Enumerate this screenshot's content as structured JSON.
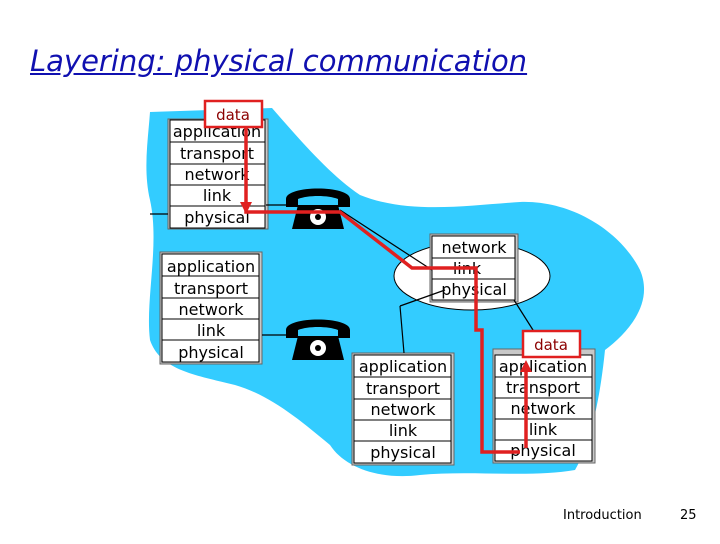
{
  "title": "Layering: physical communication",
  "footer": {
    "label": "Introduction",
    "page": "25"
  },
  "data_label": "data",
  "stacks": {
    "top_left": [
      "application",
      "transport",
      "network",
      "link",
      "physical"
    ],
    "bottom_left": [
      "application",
      "transport",
      "network",
      "link",
      "physical"
    ],
    "router": [
      "network",
      "link",
      "physical"
    ],
    "bottom_middle": [
      "application",
      "transport",
      "network",
      "link",
      "physical"
    ],
    "bottom_right": [
      "application",
      "transport",
      "network",
      "link",
      "physical"
    ]
  },
  "colors": {
    "cloud": "#33ccff",
    "box": "#c8c8c8",
    "arrow": "#e02020",
    "title": "#1010b0",
    "data_text": "#8b0000"
  },
  "icons": [
    "telephone-icon",
    "telephone-icon",
    "router-icon"
  ]
}
